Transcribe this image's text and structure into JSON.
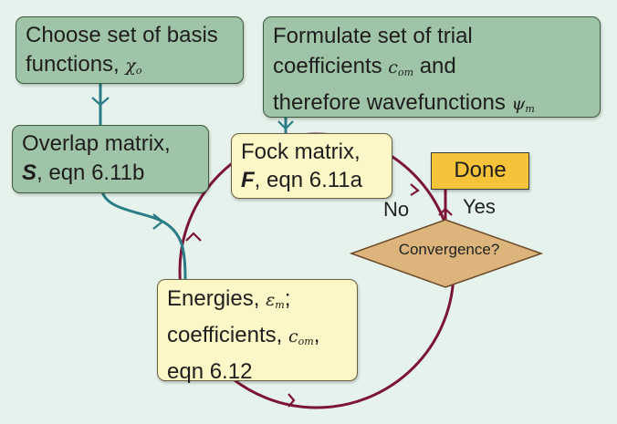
{
  "nodes": {
    "basis": {
      "text": "Choose set of basis functions,",
      "symbol": "χ",
      "symbol_sub": "o"
    },
    "trial": {
      "line1": "Formulate set of trial",
      "line2_pre": "coefficients",
      "coef_symbol": "c",
      "coef_sub": "om",
      "line2_post": "and",
      "line3_pre": "therefore wavefunctions",
      "psi_symbol": "ψ",
      "psi_sub": "m"
    },
    "overlap": {
      "line1": "Overlap matrix,",
      "matrix": "S",
      "ref": ", eqn 6.11b"
    },
    "fock": {
      "line1": "Fock matrix,",
      "matrix": "F",
      "ref": ", eqn 6.11a"
    },
    "energies": {
      "line1_pre": "Energies,",
      "eps_symbol": "ε",
      "eps_sub": "m",
      "line1_post": ";",
      "line2_pre": "coefficients,",
      "coef_symbol": "c",
      "coef_sub": "om",
      "line2_post": ",",
      "line3": "eqn 6.12"
    },
    "convergence": {
      "label": "Convergence?"
    },
    "done": {
      "label": "Done"
    }
  },
  "edge_labels": {
    "no": "No",
    "yes": "Yes"
  },
  "colors": {
    "background": "#e6f2ec",
    "green_box": "#9fc4a8",
    "cream_box": "#fdf6c6",
    "done_box": "#f5c23a",
    "diamond": "#dcb47c",
    "teal_line": "#2a7d86",
    "cycle_line": "#7b1438"
  }
}
